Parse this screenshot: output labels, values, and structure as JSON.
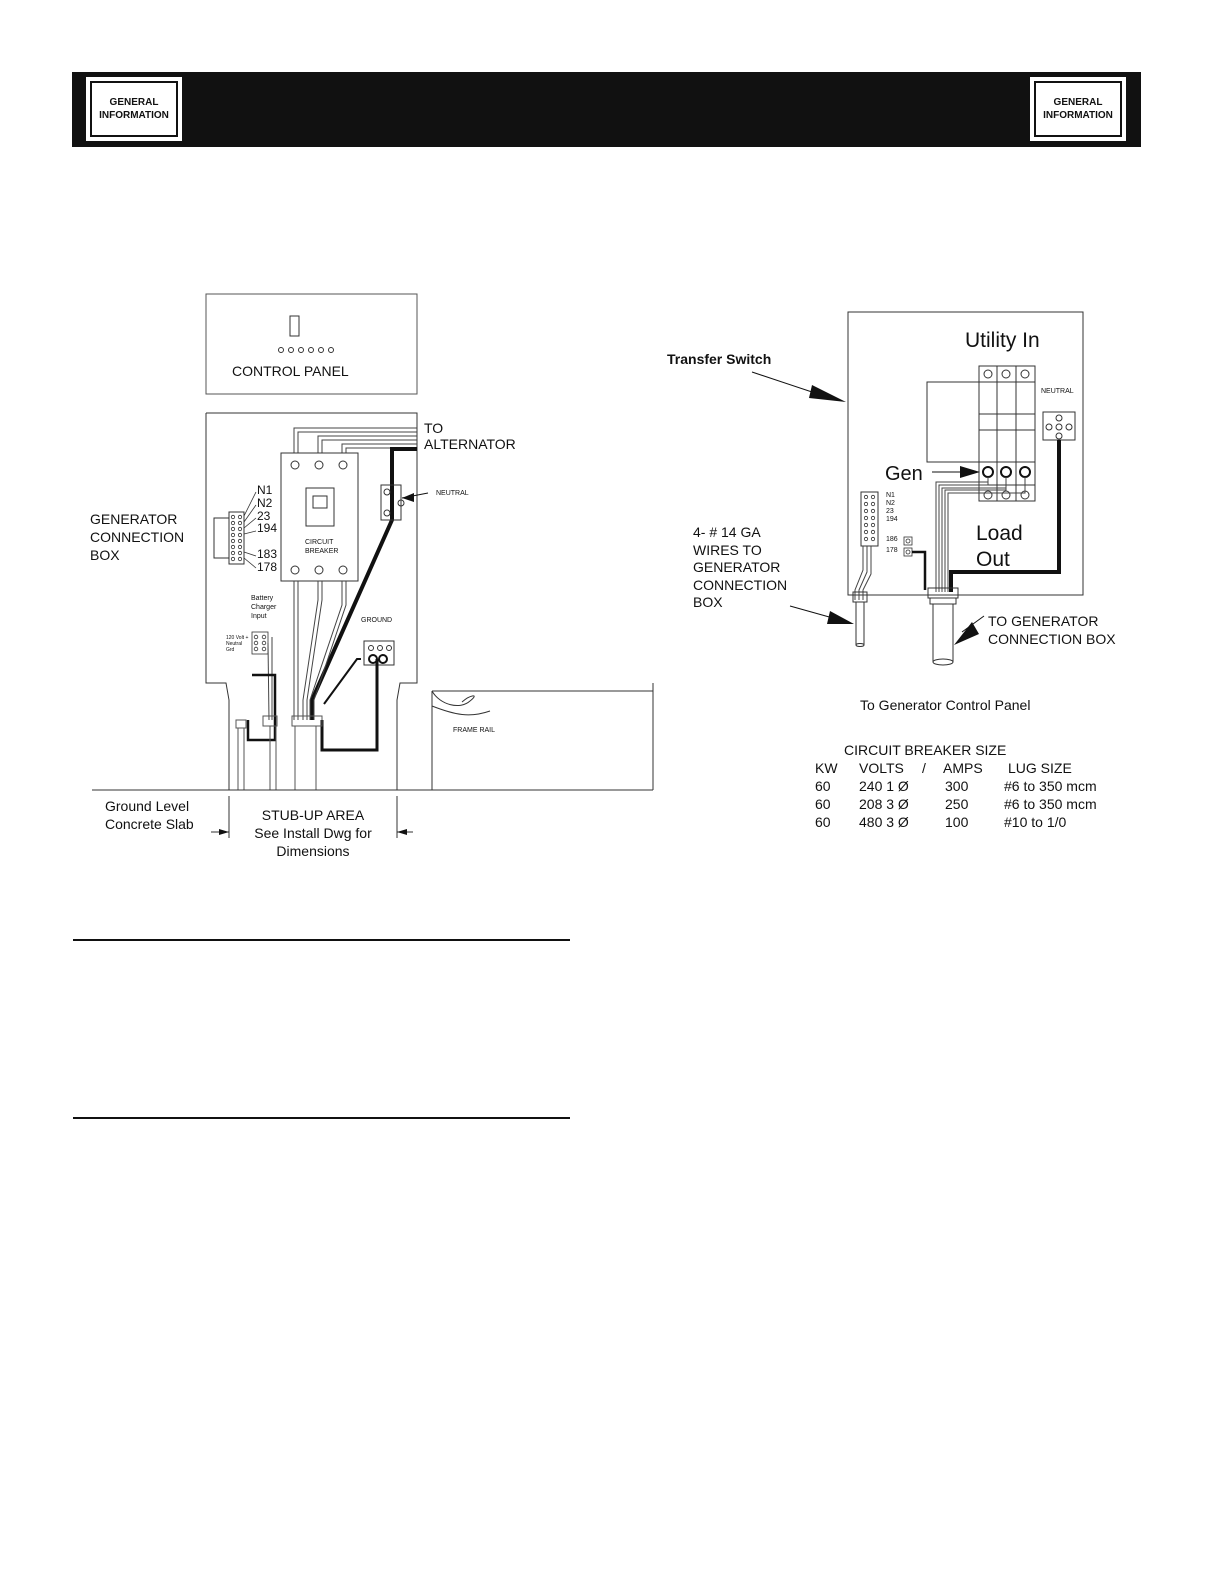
{
  "header": {
    "badge_left": {
      "line1": "GENERAL",
      "line2": "INFORMATION"
    },
    "badge_right": {
      "line1": "GENERAL",
      "line2": "INFORMATION"
    }
  },
  "left_diagram": {
    "control_panel": "CONTROL PANEL",
    "to_alternator": [
      "TO",
      "ALTERNATOR"
    ],
    "neutral": "NEUTRAL",
    "gen_box": [
      "GENERATOR",
      "CONNECTION",
      "BOX"
    ],
    "terminals": [
      "N1",
      "N2",
      "23",
      "194",
      "183",
      "178"
    ],
    "circuit_breaker": [
      "CIRCUIT",
      "BREAKER"
    ],
    "battery_charger": [
      "Battery",
      "Charger",
      "Input"
    ],
    "battery_terminal": [
      "120 Volt +",
      "Neutral",
      "Grd"
    ],
    "ground": "GROUND",
    "frame_rail": "FRAME RAIL",
    "ground_level": [
      "Ground Level",
      "Concrete Slab"
    ],
    "stub_up": [
      "STUB-UP AREA",
      "See Install Dwg for",
      "Dimensions"
    ]
  },
  "right_diagram": {
    "transfer_switch": "Transfer Switch",
    "utility_in": "Utility In",
    "neutral": "NEUTRAL",
    "gen": "Gen",
    "load_out": [
      "Load",
      "Out"
    ],
    "terminals": [
      "N1",
      "N2",
      "23",
      "194",
      "186",
      "178"
    ],
    "wires": [
      "4- # 14 GA",
      "WIRES TO",
      "GENERATOR",
      "CONNECTION",
      "BOX"
    ],
    "to_gen_box": [
      "TO GENERATOR",
      "CONNECTION BOX"
    ],
    "to_control_panel": "To Generator Control Panel"
  },
  "breaker_table": {
    "title": "CIRCUIT BREAKER SIZE",
    "headers": [
      "KW",
      "VOLTS",
      "/",
      "AMPS",
      "LUG SIZE"
    ],
    "rows": [
      [
        "60",
        "240 1 Ø",
        "300",
        "#6 to 350 mcm"
      ],
      [
        "60",
        "208 3 Ø",
        "250",
        "#6 to 350 mcm"
      ],
      [
        "60",
        "480 3 Ø",
        "100",
        "#10 to 1/0"
      ]
    ]
  }
}
